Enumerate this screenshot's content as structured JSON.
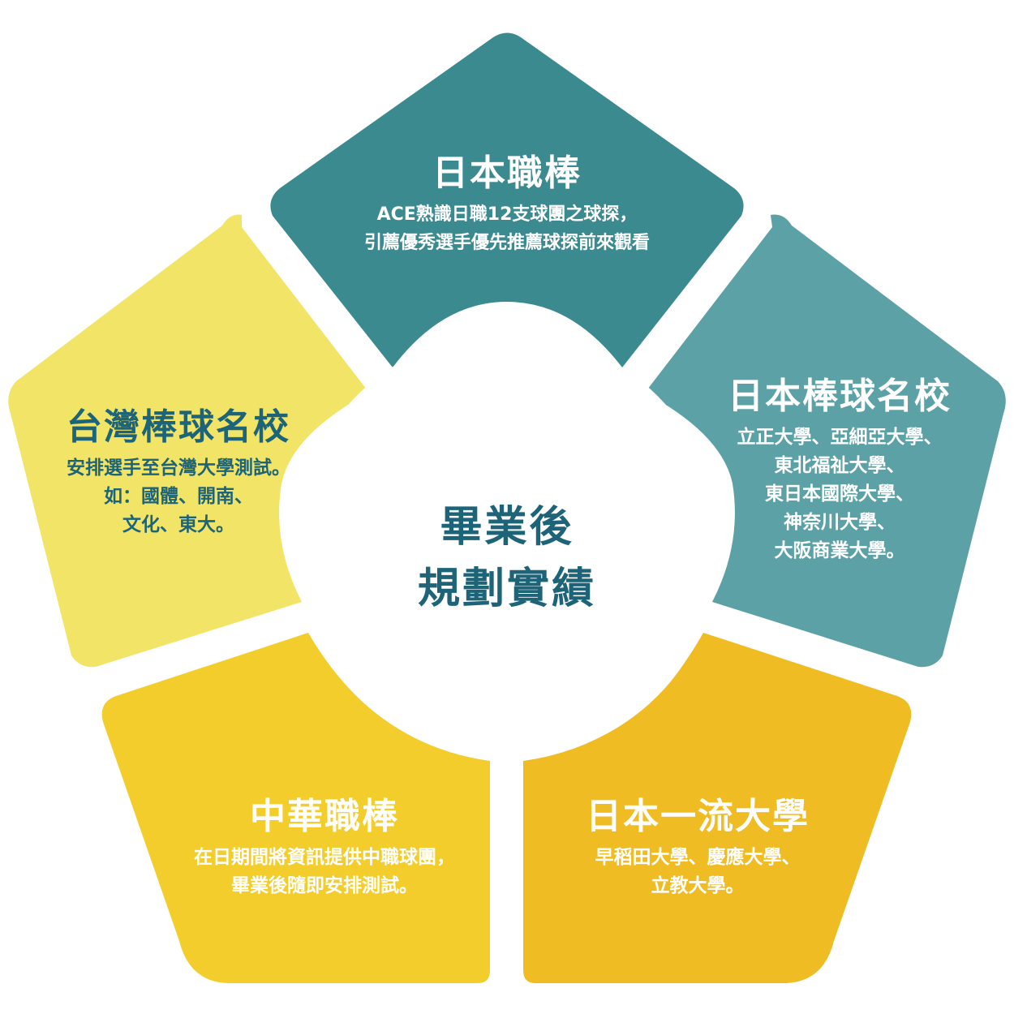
{
  "center": {
    "line1": "畢業後",
    "line2": "規劃實績"
  },
  "segments": {
    "japan_pro": {
      "title": "日本職棒",
      "desc1": "ACE熟識日職12支球團之球探，",
      "desc2": "引薦優秀選手優先推薦球探前來觀看",
      "color": "#3b8a90"
    },
    "japan_schools": {
      "title": "日本棒球名校",
      "desc1": "立正大學、亞細亞大學、",
      "desc2": "東北福祉大學、",
      "desc3": "東日本國際大學、",
      "desc4": "神奈川大學、",
      "desc5": "大阪商業大學。",
      "color": "#5ba1a6"
    },
    "japan_univ": {
      "title": "日本一流大學",
      "desc1": "早稻田大學、慶應大學、",
      "desc2": "立教大學。",
      "color": "#f0bc23"
    },
    "cpbl": {
      "title": "中華職棒",
      "desc1": "在日期間將資訊提供中職球團，",
      "desc2": "畢業後隨即安排測試。",
      "color": "#f2cd2c"
    },
    "taiwan_schools": {
      "title": "台灣棒球名校",
      "desc1": "安排選手至台灣大學測試。",
      "desc2": "如：國體、開南、",
      "desc3": "文化、東大。",
      "color": "#f2e466"
    }
  },
  "colors": {
    "text_dark": "#1e6478",
    "text_light": "#ffffff",
    "background": "#ffffff"
  }
}
